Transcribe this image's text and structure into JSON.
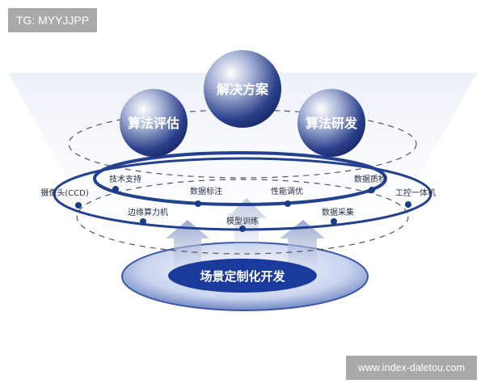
{
  "watermarks": {
    "top_left": "TG: MYYJJPP",
    "bottom_right": "www.index-daletou.com"
  },
  "spheres": {
    "center": "解决方案",
    "left": "算法评估",
    "right": "算法研发"
  },
  "inner_ring": [
    "技术支持",
    "数据标注",
    "性能调优",
    "数据质检"
  ],
  "outer_ring": [
    "摄像头(CCD)",
    "边缘算力机",
    "模型训练",
    "数据采集",
    "工控一体机"
  ],
  "base": "场景定制化开发",
  "colors": {
    "primary": "#1a3a8c",
    "ring": "#23418f",
    "light": "#dfe6f5"
  }
}
